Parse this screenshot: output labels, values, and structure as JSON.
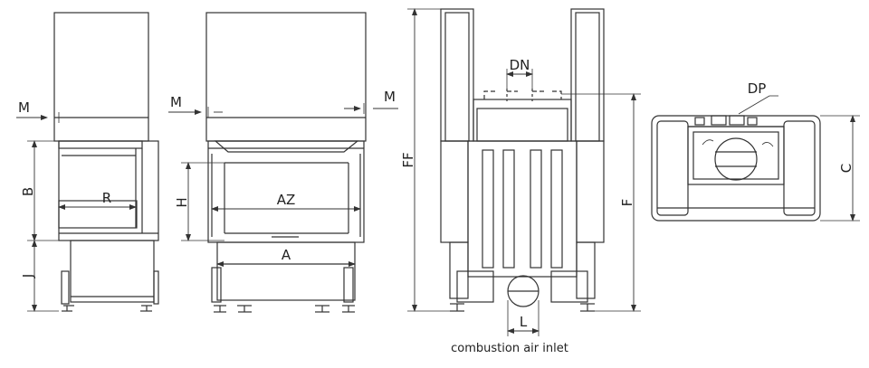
{
  "caption": "combustion air inlet",
  "labels": {
    "m": "M",
    "b": "B",
    "r": "R",
    "j": "J",
    "h": "H",
    "az": "AZ",
    "a": "A",
    "ff": "FF",
    "dn": "DN",
    "f": "F",
    "l": "L",
    "dp": "DP",
    "c": "C"
  }
}
